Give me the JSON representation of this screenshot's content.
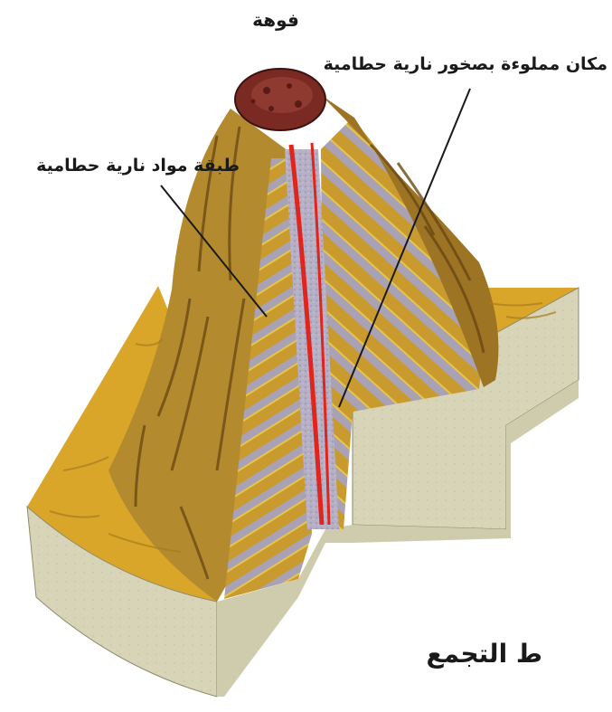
{
  "labels": {
    "crater": "فوهة",
    "vent": "مكان مملوءة بصخور نارية حطامية",
    "layer": "طبقة مواد نارية حطامية",
    "caption": "ط التجمع"
  },
  "colors": {
    "ground_top": "#d9a62a",
    "block_side": "#d8d4b8",
    "cone": "#b38a2e",
    "cone_dark": "#7a5418",
    "crater": "#7a2a22",
    "ash_layer": "#a9a3b6",
    "vent": "#e0251e"
  }
}
